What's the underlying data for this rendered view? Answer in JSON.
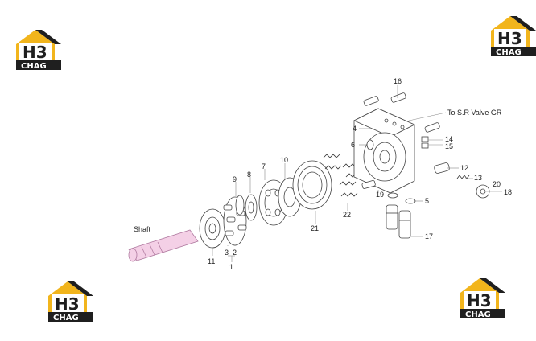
{
  "logo": {
    "mark": "H3",
    "brand": "CHAG",
    "color_gold": "#f2b51c",
    "color_dark": "#1f1f1f"
  },
  "labels": {
    "p1": "1",
    "p2": "2",
    "p3": "3",
    "p4": "4",
    "p5": "5",
    "p6": "6",
    "p7": "7",
    "p8": "8",
    "p9": "9",
    "p10": "10",
    "p11": "11",
    "p12": "12",
    "p13": "13",
    "p14": "14",
    "p15": "15",
    "p16": "16",
    "p17": "17",
    "p18": "18",
    "p19": "19",
    "p20": "20",
    "p21": "21",
    "p22": "22",
    "shaft": "Shaft",
    "to_valve": "To S.R Valve GR"
  }
}
